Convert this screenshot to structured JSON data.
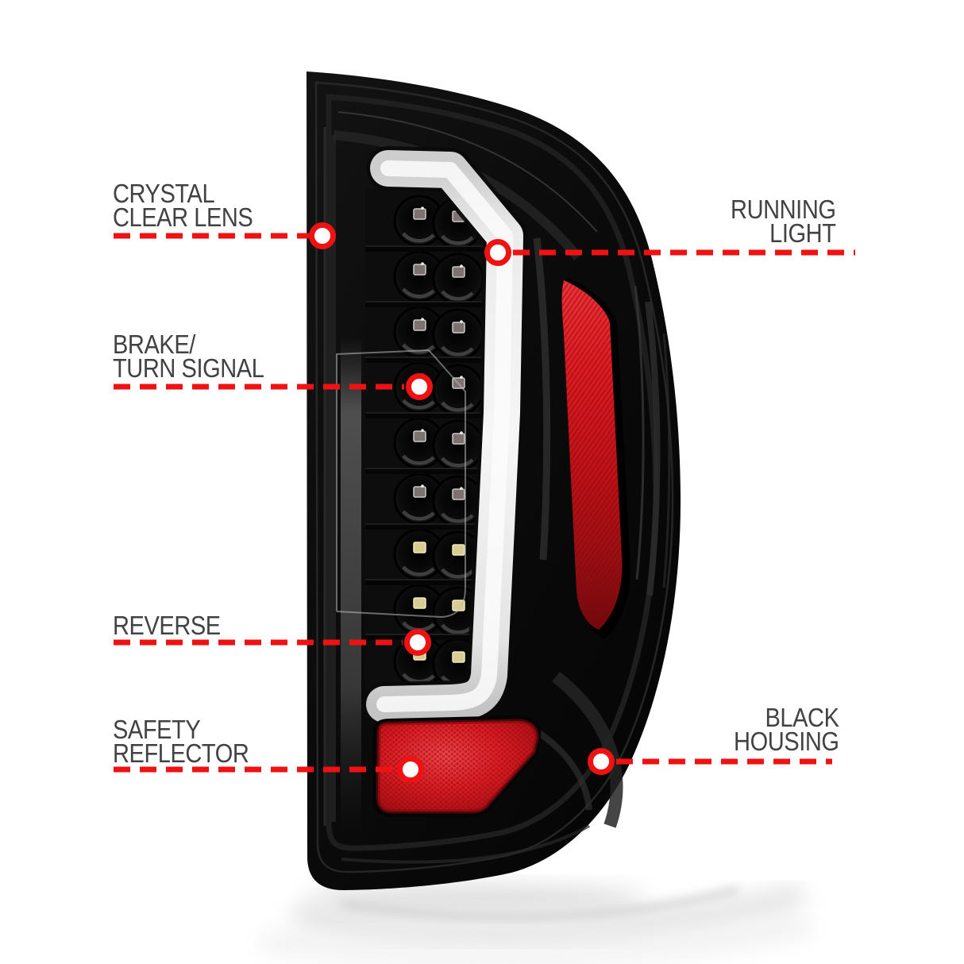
{
  "title": "Tail light features callout diagram",
  "colors": {
    "background": "#ffffff",
    "accent_red": "#ee1213",
    "label_text": "#424242",
    "housing_black": "#0b0b0b",
    "light_bar_white": "#f5f5f5",
    "reflector_red": "#dd1c23"
  },
  "callouts": {
    "crystal_lens": {
      "lines": [
        "CRYSTAL",
        "CLEAR LENS"
      ],
      "side": "left"
    },
    "running_light": {
      "lines": [
        "RUNNING",
        "LIGHT"
      ],
      "side": "right"
    },
    "brake_turn": {
      "lines": [
        "BRAKE/",
        "TURN SIGNAL"
      ],
      "side": "left"
    },
    "reverse": {
      "lines": [
        "REVERSE"
      ],
      "side": "left"
    },
    "safety_reflector": {
      "lines": [
        "SAFETY",
        "REFLECTOR"
      ],
      "side": "left"
    },
    "black_housing": {
      "lines": [
        "BLACK",
        "HOUSING"
      ],
      "side": "right"
    }
  }
}
